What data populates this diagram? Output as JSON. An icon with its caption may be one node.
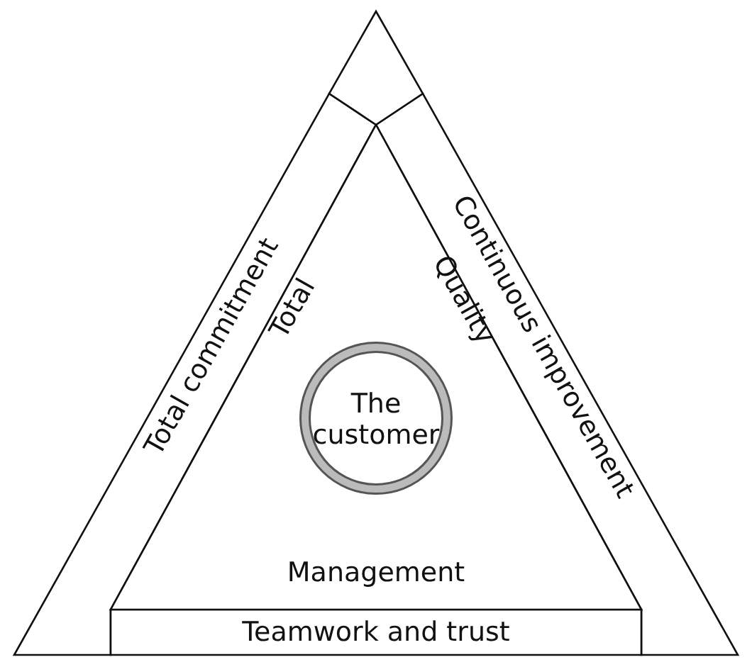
{
  "diagram": {
    "nodes": [
      {
        "text": [
          "Total commitment"
        ]
      },
      {
        "text": [
          "Continuous improvement"
        ]
      },
      {
        "text": [
          "Teamwork and trust"
        ]
      },
      {
        "text": [
          "Total",
          "Quality",
          "Management"
        ]
      },
      {
        "text": [
          "The customer"
        ],
        "in": 3
      },
      {
        "text": [],
        "shape": "diamond"
      }
    ]
  }
}
